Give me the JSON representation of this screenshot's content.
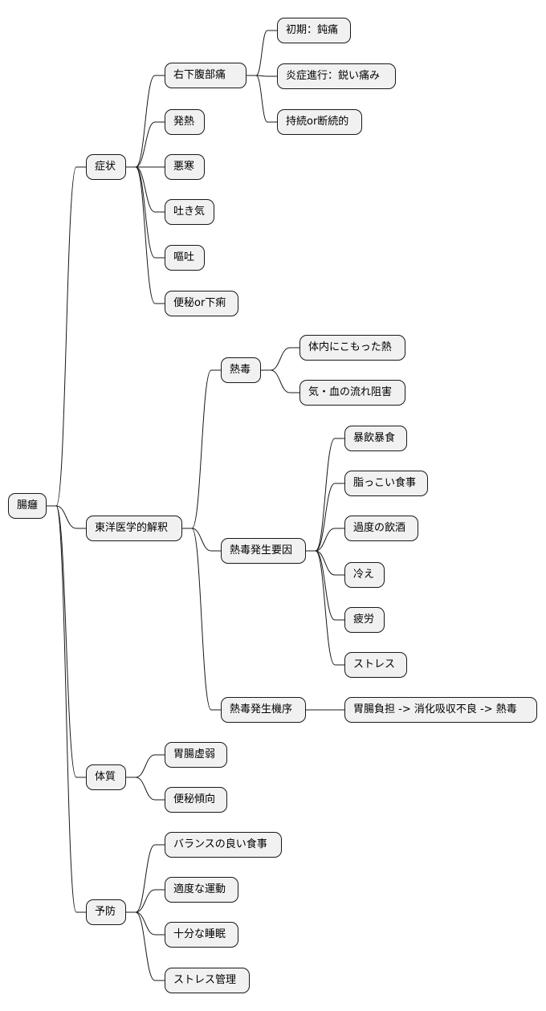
{
  "mindmap": {
    "id": "root",
    "label": "腸癰",
    "children": [
      {
        "id": "symptoms",
        "label": "症状",
        "children": [
          {
            "id": "rlq-pain",
            "label": "右下腹部痛",
            "children": [
              {
                "id": "early-dull-pain",
                "label": "初期：鈍痛"
              },
              {
                "id": "sharp-pain",
                "label": "炎症進行：鋭い痛み"
              },
              {
                "id": "continuous-pain",
                "label": "持続or断続的"
              }
            ]
          },
          {
            "id": "fever",
            "label": "発熱"
          },
          {
            "id": "chills",
            "label": "悪寒"
          },
          {
            "id": "nausea",
            "label": "吐き気"
          },
          {
            "id": "vomiting",
            "label": "嘔吐"
          },
          {
            "id": "bowel",
            "label": "便秘or下痢"
          }
        ]
      },
      {
        "id": "eastern",
        "label": "東洋医学的解釈",
        "children": [
          {
            "id": "heat-toxin",
            "label": "熱毒",
            "children": [
              {
                "id": "internal-heat",
                "label": "体内にこもった熱"
              },
              {
                "id": "qi-blood",
                "label": "気・血の流れ阻害"
              }
            ]
          },
          {
            "id": "heat-cause",
            "label": "熱毒発生要因",
            "children": [
              {
                "id": "overeating",
                "label": "暴飲暴食"
              },
              {
                "id": "greasy-food",
                "label": "脂っこい食事"
              },
              {
                "id": "alcohol",
                "label": "過度の飲酒"
              },
              {
                "id": "cold",
                "label": "冷え"
              },
              {
                "id": "fatigue",
                "label": "疲労"
              },
              {
                "id": "stress",
                "label": "ストレス"
              }
            ]
          },
          {
            "id": "heat-mechanism",
            "label": "熱毒発生機序",
            "children": [
              {
                "id": "mechanism-chain",
                "label": "胃腸負担 -> 消化吸収不良 -> 熱毒"
              }
            ]
          }
        ]
      },
      {
        "id": "constitution",
        "label": "体質",
        "children": [
          {
            "id": "weak-stomach",
            "label": "胃腸虚弱"
          },
          {
            "id": "constipation-tendency",
            "label": "便秘傾向"
          }
        ]
      },
      {
        "id": "prevention",
        "label": "予防",
        "children": [
          {
            "id": "balanced-diet",
            "label": "バランスの良い食事"
          },
          {
            "id": "exercise",
            "label": "適度な運動"
          },
          {
            "id": "sleep",
            "label": "十分な睡眠"
          },
          {
            "id": "stress-management",
            "label": "ストレス管理"
          }
        ]
      }
    ]
  }
}
